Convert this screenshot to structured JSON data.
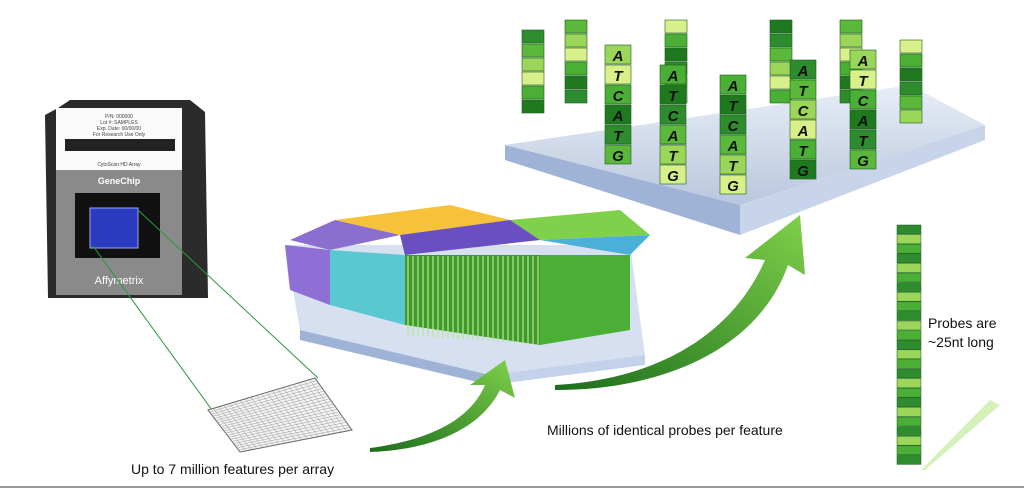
{
  "chip": {
    "pn": "P/N: 000000",
    "lot": "Lot #: SAMPLES",
    "exp": "Exp. Date: 00/00/00",
    "ruo": "For Research Use Only",
    "product": "CytoScan HD Array",
    "brand": "GeneChip",
    "maker": "Affymetrix"
  },
  "labels": {
    "features_per_array": "Up to 7 million features per array",
    "probes_per_feature": "Millions of identical probes per feature",
    "probe_length_line1": "Probes are",
    "probe_length_line2": "~25nt long"
  },
  "probe_sequence": [
    "A",
    "T",
    "C",
    "A",
    "T",
    "G"
  ],
  "colors": {
    "green": "#4caf35",
    "dark_green": "#1f7a1f",
    "light_green": "#c8ec6a",
    "blue": "#2a3bbf"
  }
}
